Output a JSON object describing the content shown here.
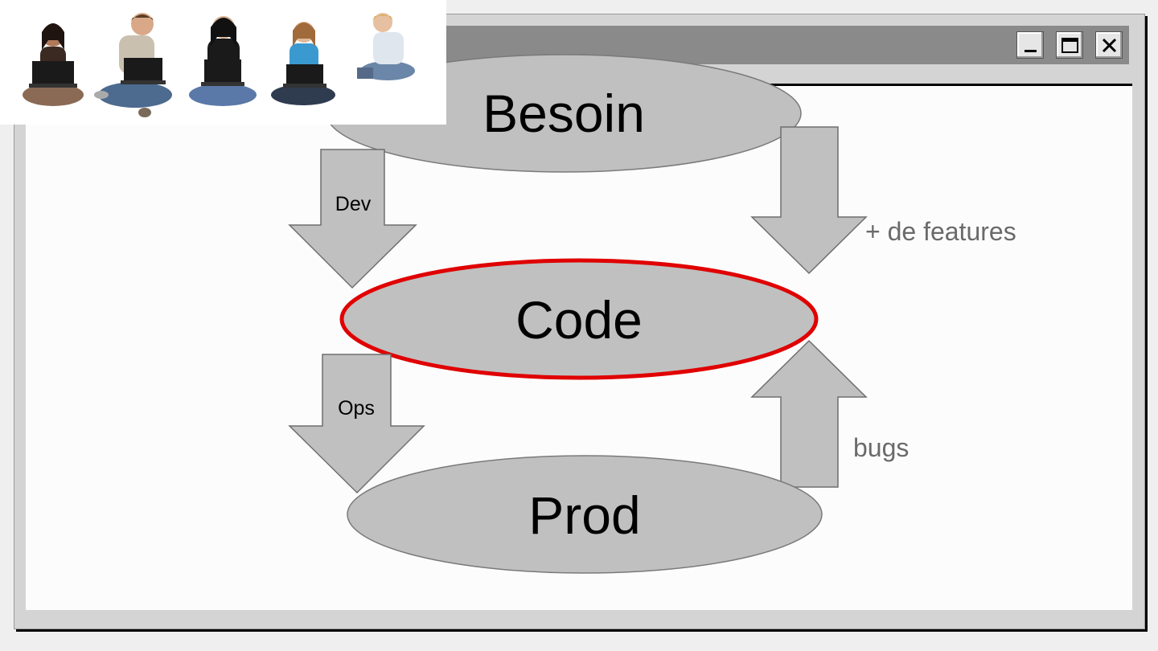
{
  "window": {
    "controls": [
      {
        "name": "minimize",
        "icon": "minimize-icon"
      },
      {
        "name": "maximize",
        "icon": "maximize-icon"
      },
      {
        "name": "close",
        "icon": "close-icon"
      }
    ]
  },
  "photos": {
    "people_count": 5,
    "icon": "person-with-laptop-icon"
  },
  "diagram": {
    "nodes": {
      "besoin": "Besoin",
      "code": "Code",
      "prod": "Prod"
    },
    "arrows": {
      "dev": "Dev",
      "ops": "Ops",
      "features": "+ de features",
      "bugs": "bugs"
    },
    "colors": {
      "node_fill": "#c0c0c0",
      "highlight_border": "#e00000",
      "side_label": "#6a6a6a"
    }
  }
}
